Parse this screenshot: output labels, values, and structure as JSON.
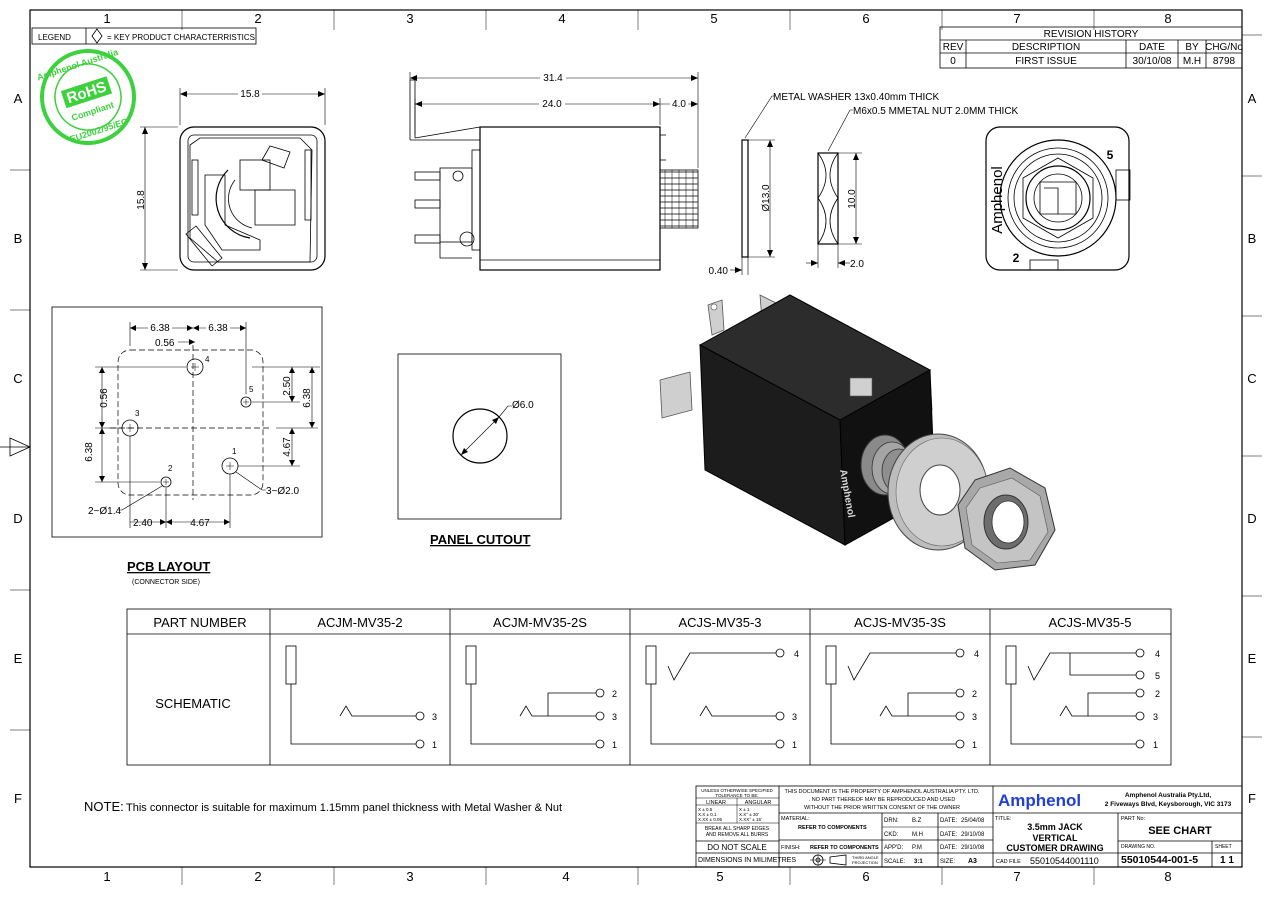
{
  "border": {
    "columns": [
      "1",
      "2",
      "3",
      "4",
      "5",
      "6",
      "7",
      "8"
    ],
    "rows": [
      "A",
      "B",
      "C",
      "D",
      "E",
      "F"
    ]
  },
  "legend": {
    "label": "LEGEND",
    "text": "= KEY PRODUCT CHARACTERRISTICS"
  },
  "rohs": {
    "top": "Amphenol Australia",
    "badge": "RoHS",
    "word": "Compliant",
    "bottom": "EU2002/95/EC"
  },
  "revision": {
    "title": "REVISION HISTORY",
    "headers": [
      "REV",
      "DESCRIPTION",
      "DATE",
      "BY",
      "CHG/No"
    ],
    "row": [
      "0",
      "FIRST ISSUE",
      "30/10/08",
      "M.H",
      "8798"
    ]
  },
  "front_view": {
    "width": "15.8",
    "height": "15.8"
  },
  "side_view": {
    "overall": "31.4",
    "body": "24.0",
    "thread": "4.0"
  },
  "washer": {
    "label": "METAL WASHER 13x0.40mm THICK",
    "diameter": "Ø13.0",
    "thickness": "0.40"
  },
  "nut": {
    "label": "M6x0.5 MMETAL NUT 2.0MM THICK",
    "size": "10.0",
    "thickness": "2.0"
  },
  "rear_view": {
    "brand": "Amphenol",
    "pin5": "5",
    "pin2": "2"
  },
  "pcb": {
    "title": "PCB LAYOUT",
    "subtitle": "(CONNECTOR SIDE)",
    "dims": {
      "left": "6.38",
      "right": "6.38",
      "offset_top": "0.56",
      "offset_left": "0.56",
      "v250": "2.50",
      "v638r": "6.38",
      "v467": "4.67",
      "v638l": "6.38",
      "b240": "2.40",
      "b467": "4.67",
      "hole_small": "2~Ø1.4",
      "hole_large": "3~Ø2.0"
    },
    "pins": [
      "1",
      "2",
      "3",
      "4",
      "5"
    ]
  },
  "panel": {
    "title": "PANEL CUTOUT",
    "diameter": "Ø6.0"
  },
  "iso": {
    "brand": "Amphenol"
  },
  "schematic_table": {
    "part_header": "PART NUMBER",
    "row_label": "SCHEMATIC",
    "parts": [
      "ACJM-MV35-2",
      "ACJM-MV35-2S",
      "ACJS-MV35-3",
      "ACJS-MV35-3S",
      "ACJS-MV35-5"
    ],
    "pin_sets": [
      [
        "3",
        "1"
      ],
      [
        "2",
        "3",
        "1"
      ],
      [
        "4",
        "3",
        "1"
      ],
      [
        "4",
        "2",
        "3",
        "1"
      ],
      [
        "4",
        "5",
        "2",
        "3",
        "1"
      ]
    ]
  },
  "note": {
    "label": "NOTE:",
    "text": "This connector is suitable for maximum 1.15mm panel thickness with Metal Washer & Nut"
  },
  "title_block": {
    "tol_head1": "UNLESS OTHERWISE SPECIFIED",
    "tol_head2": "TOLERANCE TO BE:",
    "linear": "LINEAR",
    "angular": "ANGULAR",
    "lin_rows": [
      "X    ± 0.5",
      "X.X  ± 0.1",
      "X.XX ± 0.05"
    ],
    "ang_rows": [
      "X    ± 1",
      "X.X°  ± 30'",
      "X.XX° ± 15'"
    ],
    "break1": "BREAK ALL SHARP EDGES",
    "break2": "AND REMOVE ALL BURRS",
    "do_not_scale": "DO NOT SCALE",
    "dimensions": "DIMENSIONS IN MILIMETRES",
    "property1": "THIS DOCUMENT IS THE PROPERTY OF AMPHENOL AUSTRALIA PTY. LTD.",
    "property2": ". NO PART THEREOF MAY BE REPRODUCED AND USED",
    "property3": "WITHOUT THE PRIOR WRITTEN CONSENT OF THE OWNER",
    "material_label": "MATERIAL:",
    "material": "REFER TO COMPONENTS",
    "finish_label": "FINISH:",
    "finish": "REFER TO COMPONENTS",
    "projection1": "THIRD ANGLE",
    "projection2": "PROJECTION",
    "drn_label": "DRN:",
    "drn": "B.Z",
    "ckd_label": "CKD:",
    "ckd": "M.H",
    "appd_label": "APP'D:",
    "appd": "P.M",
    "scale_label": "SCALE:",
    "scale": "3:1",
    "date_label": "DATE:",
    "date1": "25/04/08",
    "date2": "29/10/08",
    "date3": "29/10/08",
    "size_label": "SIZE:",
    "size": "A3",
    "company": "Amphenol",
    "company_name": "Amphenol Australia Pty.Ltd,",
    "company_addr": "2 Fiveways Blvd, Keysborough, VIC 3173",
    "title_label": "TITLE:",
    "title1": "3.5mm JACK",
    "title2": "VERTICAL",
    "title3": "CUSTOMER DRAWING",
    "part_no_label": "PART No:",
    "part_no": "SEE CHART",
    "cad_label": "CAD FILE",
    "cad": "55010544001110",
    "drawing_label": "DRAWING NO.",
    "drawing_no": "55010544-001-5",
    "sheet_label": "SHEET",
    "sheet": "1 1"
  },
  "colors": {
    "rohs_green": "#3ed13e",
    "brand_blue": "#1f3fd6",
    "body_dark": "#1c1c1c",
    "metal": "#bdbdbd"
  }
}
